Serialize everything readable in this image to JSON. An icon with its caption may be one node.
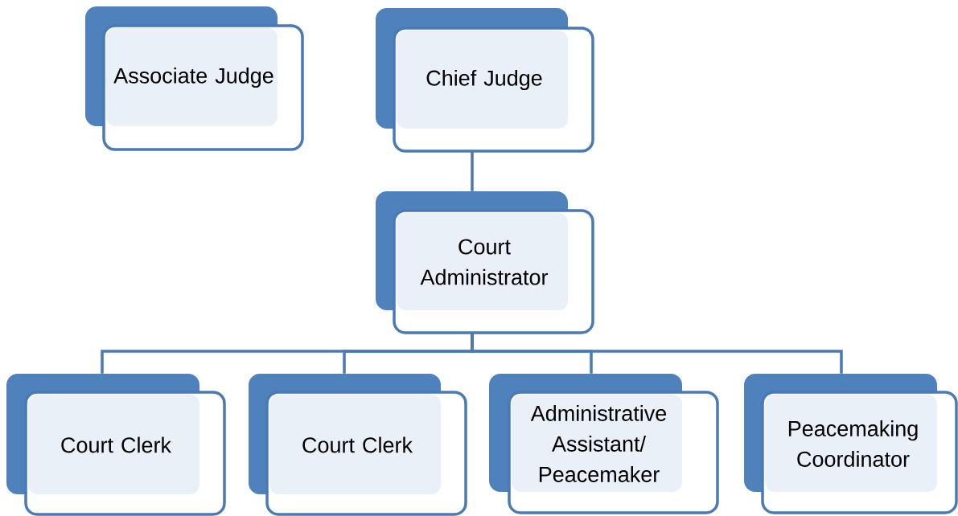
{
  "diagram": {
    "nodes": [
      {
        "text": [
          "Associate Judge"
        ]
      },
      {
        "text": [
          "Chief Judge"
        ]
      },
      {
        "text": [
          "Court Administrator"
        ]
      },
      {
        "text": [
          "Court Clerk"
        ]
      },
      {
        "text": [
          "Court Clerk"
        ]
      },
      {
        "text": [
          "Administrative Assistant/ Peacemaker"
        ]
      },
      {
        "text": [
          "Peacemaking Coordinator"
        ]
      }
    ],
    "edges": [
      {
        "from": 1,
        "to": 2,
        "arrow": "none"
      },
      {
        "from": 2,
        "to": 3,
        "arrow": "none"
      },
      {
        "from": 2,
        "to": 4,
        "arrow": "none"
      },
      {
        "from": 2,
        "to": 5,
        "arrow": "none"
      },
      {
        "from": 2,
        "to": 6,
        "arrow": "none"
      }
    ]
  }
}
